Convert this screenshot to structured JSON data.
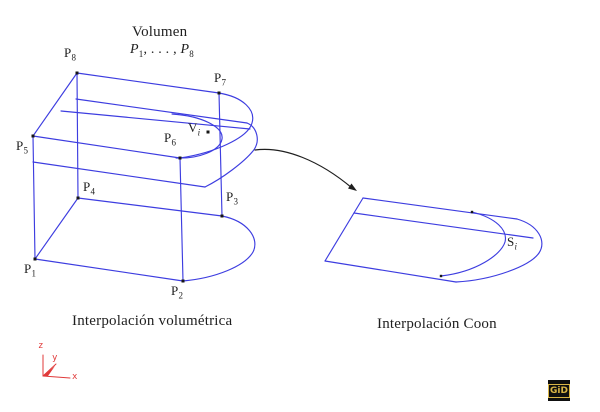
{
  "colors": {
    "wire": "#3d3de0",
    "ink": "#1f1f1f",
    "red": "#e03a3a",
    "gold": "#d9b545",
    "logobg": "#0f0f0f"
  },
  "left_figure": {
    "title1": "Volumen",
    "title2": {
      "pa": "P",
      "pa_sub": "1",
      "sep": ", . . . , ",
      "pb": "P",
      "pb_sub": "8"
    },
    "caption": "Interpolación volumétrica",
    "points": {
      "p1": {
        "main": "P",
        "sub": "1"
      },
      "p2": {
        "main": "P",
        "sub": "2"
      },
      "p3": {
        "main": "P",
        "sub": "3"
      },
      "p4": {
        "main": "P",
        "sub": "4"
      },
      "p5": {
        "main": "P",
        "sub": "5"
      },
      "p6": {
        "main": "P",
        "sub": "6"
      },
      "p7": {
        "main": "P",
        "sub": "7"
      },
      "p8": {
        "main": "P",
        "sub": "8"
      },
      "vi": {
        "main": "V",
        "sub": "i"
      }
    }
  },
  "right_figure": {
    "caption": "Interpolación Coon",
    "surface_label": {
      "main": "S",
      "sub": "i"
    }
  },
  "axes": {
    "x": "x",
    "y": "y",
    "z": "z"
  },
  "logo": {
    "text": "GiD"
  }
}
